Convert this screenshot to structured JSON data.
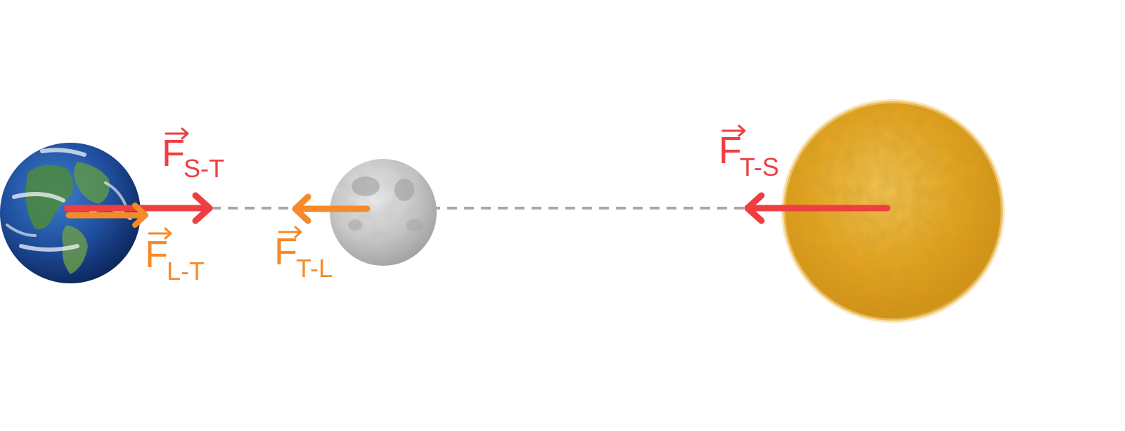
{
  "colors": {
    "red": "#ef3e42",
    "orange": "#f58a2a",
    "dash": "#a8a8a8",
    "background": "#ffffff"
  },
  "bodies": {
    "earth": {
      "icon": "earth-icon"
    },
    "moon": {
      "icon": "moon-icon"
    },
    "sun": {
      "icon": "sun-icon"
    }
  },
  "forces": {
    "f_s_t": {
      "symbol": "F",
      "subscript": "S-T"
    },
    "f_l_t": {
      "symbol": "F",
      "subscript": "L-T"
    },
    "f_t_l": {
      "symbol": "F",
      "subscript": "T-L"
    },
    "f_t_s": {
      "symbol": "F",
      "subscript": "T-S"
    }
  }
}
